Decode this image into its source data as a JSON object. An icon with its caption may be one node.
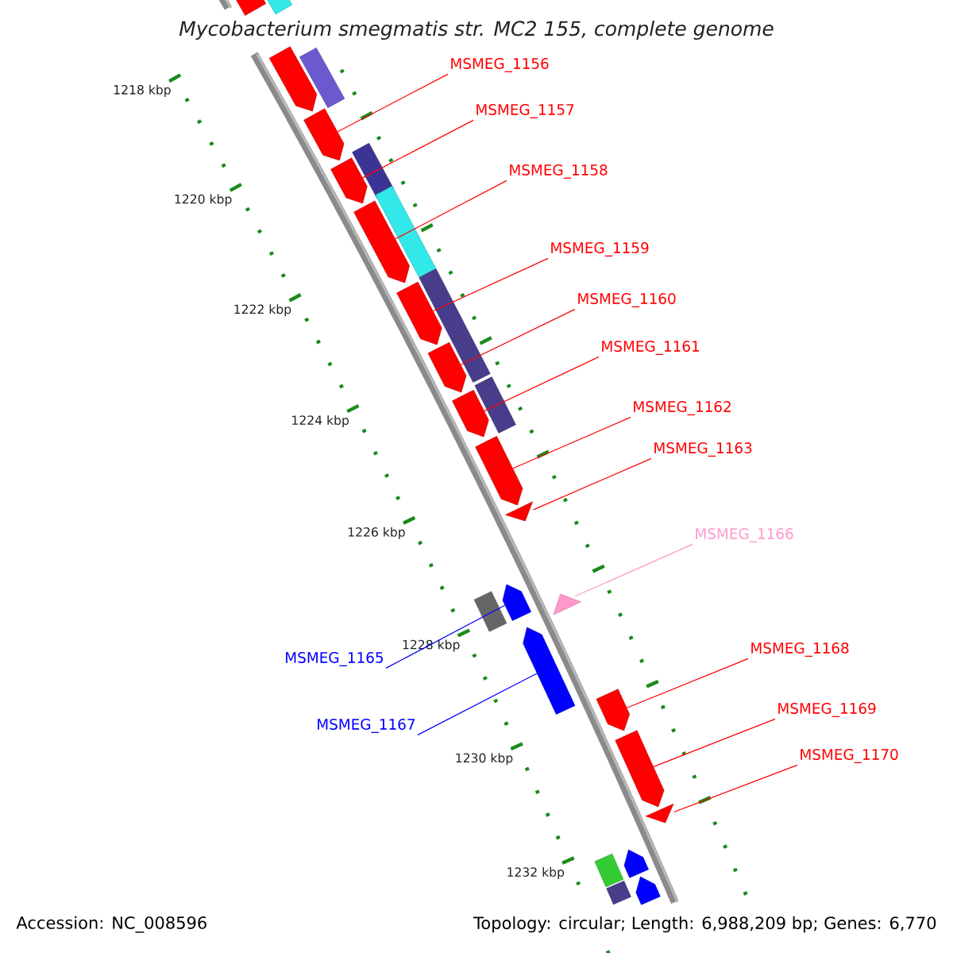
{
  "diagram": {
    "title": "Mycobacterium smegmatis str. MC2 155, complete genome",
    "nodes": [
      {
        "text": [
          "MSMEG_1156"
        ]
      },
      {
        "text": [
          "MSMEG_1157"
        ]
      },
      {
        "text": [
          "MSMEG_1158"
        ]
      },
      {
        "text": [
          "MSMEG_1159"
        ]
      },
      {
        "text": [
          "MSMEG_1160"
        ]
      },
      {
        "text": [
          "MSMEG_1161"
        ]
      },
      {
        "text": [
          "MSMEG_1162"
        ]
      },
      {
        "text": [
          "MSMEG_1163"
        ]
      },
      {
        "text": [
          "MSMEG_1165"
        ]
      },
      {
        "text": [
          "MSMEG_1166"
        ]
      },
      {
        "text": [
          "MSMEG_1167"
        ]
      },
      {
        "text": [
          "MSMEG_1168"
        ]
      },
      {
        "text": [
          "MSMEG_1169"
        ]
      },
      {
        "text": [
          "MSMEG_1170"
        ]
      },
      {
        "text": [],
        "shape": "pentagon"
      },
      {
        "text": [],
        "shape": "pentagon"
      },
      {
        "text": [],
        "shape": "pentagon"
      },
      {
        "text": [],
        "shape": "pentagon"
      },
      {
        "text": [],
        "shape": "pentagon"
      },
      {
        "text": [],
        "shape": "pentagon"
      },
      {
        "text": [],
        "shape": "pentagon"
      },
      {
        "text": [],
        "shape": "triangle"
      },
      {
        "text": [],
        "shape": "pentagon"
      },
      {
        "text": [],
        "shape": "triangle"
      },
      {
        "text": [],
        "shape": "pentagon"
      },
      {
        "text": [],
        "shape": "pentagon"
      },
      {
        "text": [],
        "shape": "pentagon"
      },
      {
        "text": [],
        "shape": "triangle"
      },
      {
        "text": [],
        "shape": "box"
      },
      {
        "text": [],
        "shape": "pentagon"
      },
      {
        "text": [],
        "shape": "box"
      },
      {
        "text": [],
        "shape": "box"
      },
      {
        "text": [],
        "shape": "box"
      },
      {
        "text": [],
        "shape": "box"
      },
      {
        "text": [],
        "shape": "box"
      },
      {
        "text": [],
        "shape": "box"
      },
      {
        "text": [],
        "shape": "box"
      },
      {
        "text": [],
        "shape": "pentagon"
      },
      {
        "text": [],
        "shape": "pentagon"
      },
      {
        "text": [],
        "shape": "box"
      },
      {
        "text": [],
        "shape": "box"
      }
    ],
    "edges": [
      {
        "from": 0,
        "to": 14,
        "arrow": "none"
      },
      {
        "from": 1,
        "to": 15,
        "arrow": "none"
      },
      {
        "from": 2,
        "to": 16,
        "arrow": "none"
      },
      {
        "from": 3,
        "to": 17,
        "arrow": "none"
      },
      {
        "from": 4,
        "to": 18,
        "arrow": "none"
      },
      {
        "from": 5,
        "to": 19,
        "arrow": "none"
      },
      {
        "from": 6,
        "to": 20,
        "arrow": "none"
      },
      {
        "from": 7,
        "to": 21,
        "arrow": "none"
      },
      {
        "from": 8,
        "to": 22,
        "arrow": "none",
        "color": "#0000ff"
      },
      {
        "from": 9,
        "to": 23,
        "arrow": "none",
        "color": "#ff99cc"
      },
      {
        "from": 10,
        "to": 24,
        "arrow": "none",
        "color": "#0000ff"
      },
      {
        "from": 11,
        "to": 25,
        "arrow": "none"
      },
      {
        "from": 12,
        "to": 26,
        "arrow": "none"
      },
      {
        "from": 13,
        "to": 27,
        "arrow": "none"
      }
    ],
    "labels": [
      "1218 kbp",
      "1220 kbp",
      "1222 kbp",
      "1224 kbp",
      "1226 kbp",
      "1228 kbp",
      "1230 kbp",
      "1232 kbp",
      "Accession: NC_008596",
      "Topology: circular; Length: 6,988,209 bp; Genes: 6,770"
    ]
  }
}
